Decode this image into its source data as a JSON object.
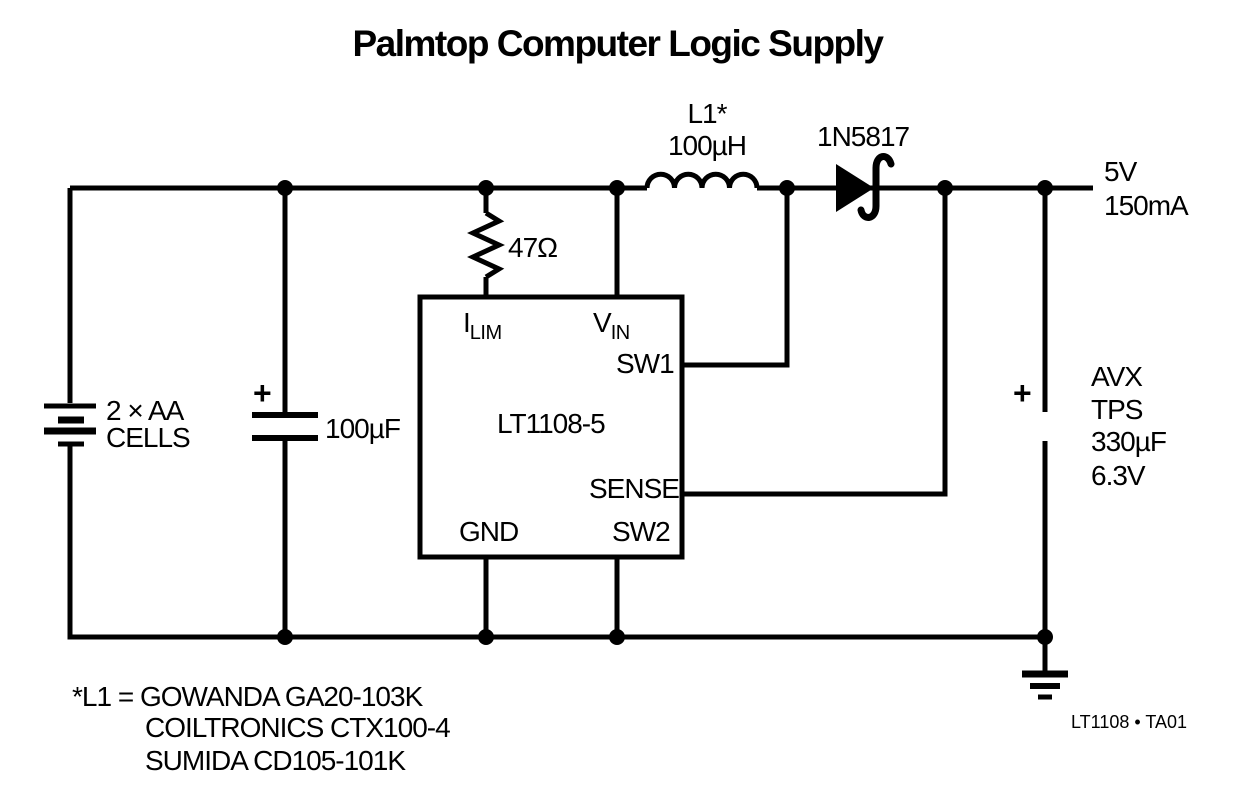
{
  "title": "Palmtop Computer Logic Supply",
  "battery": {
    "line1": "2 × AA",
    "line2": "CELLS"
  },
  "input_cap": {
    "polarity": "+",
    "value": "100µF"
  },
  "resistor": {
    "value": "47Ω"
  },
  "inductor": {
    "name": "L1*",
    "value": "100µH"
  },
  "diode": {
    "part": "1N5817"
  },
  "ic": {
    "part": "LT1108-5",
    "pins": {
      "ilim": {
        "base": "I",
        "sub": "LIM"
      },
      "vin": {
        "base": "V",
        "sub": "IN"
      },
      "sw1": "SW1",
      "sense": "SENSE",
      "gnd": "GND",
      "sw2": "SW2"
    }
  },
  "output": {
    "voltage": "5V",
    "current": "150mA"
  },
  "output_cap": {
    "polarity": "+",
    "line1": "AVX",
    "line2": "TPS",
    "line3": "330µF",
    "line4": "6.3V"
  },
  "notes": {
    "line1": "*L1 = GOWANDA GA20-103K",
    "line2": "COILTRONICS CTX100-4",
    "line3": "SUMIDA CD105-101K"
  },
  "figure_ref": "LT1108 • TA01",
  "colors": {
    "ink": "#000000",
    "background": "#ffffff"
  }
}
